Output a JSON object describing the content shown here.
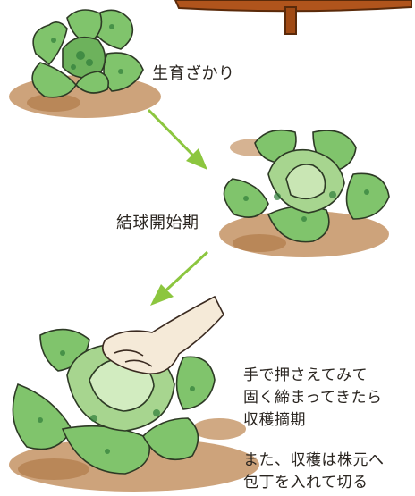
{
  "stages": {
    "early": "生育ざかり",
    "heading": "結球開始期"
  },
  "harvest_note": {
    "line1": "手で押さえてみて",
    "line2": "固く締まってきたら",
    "line3": "収穫摘期"
  },
  "cut_note": {
    "line1": "また、収穫は株元へ",
    "line2": "包丁を入れて切る"
  },
  "colors": {
    "leaf": "#7cc06a",
    "leaf_dark": "#3f8f43",
    "soil": "#b98a5a",
    "arrow": "#8cc63f",
    "sign": "#a04a14"
  }
}
